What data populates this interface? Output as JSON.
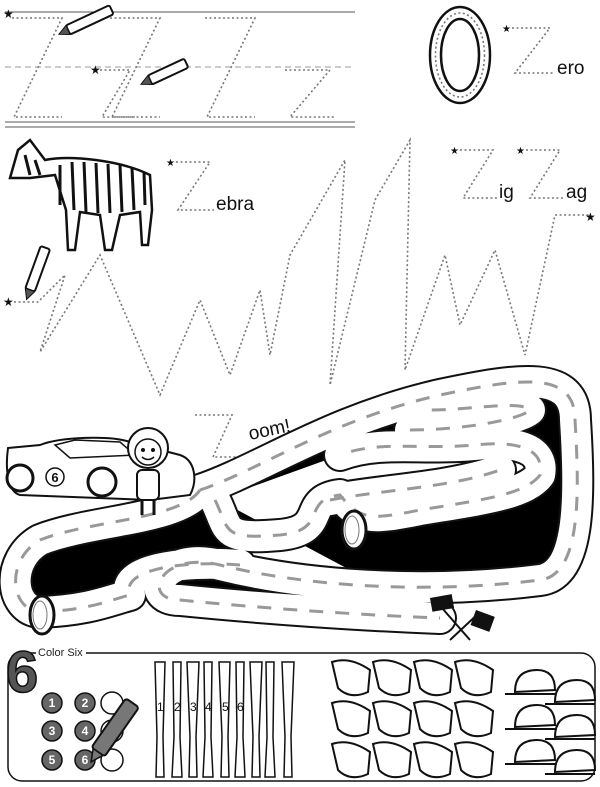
{
  "letter": "Z",
  "words": {
    "zero": "ero",
    "zebra": "ebra",
    "zig": "ig",
    "zag": "ag",
    "zoom": "oom!"
  },
  "big_zero": "0",
  "car_number": "6",
  "color_section": {
    "big_numeral": "6",
    "title": "Color Six",
    "circle_numbers": [
      "1",
      "2",
      "3",
      "4",
      "5",
      "6"
    ],
    "bat_numbers": [
      "1",
      "2",
      "3",
      "4",
      "5",
      "6"
    ]
  }
}
